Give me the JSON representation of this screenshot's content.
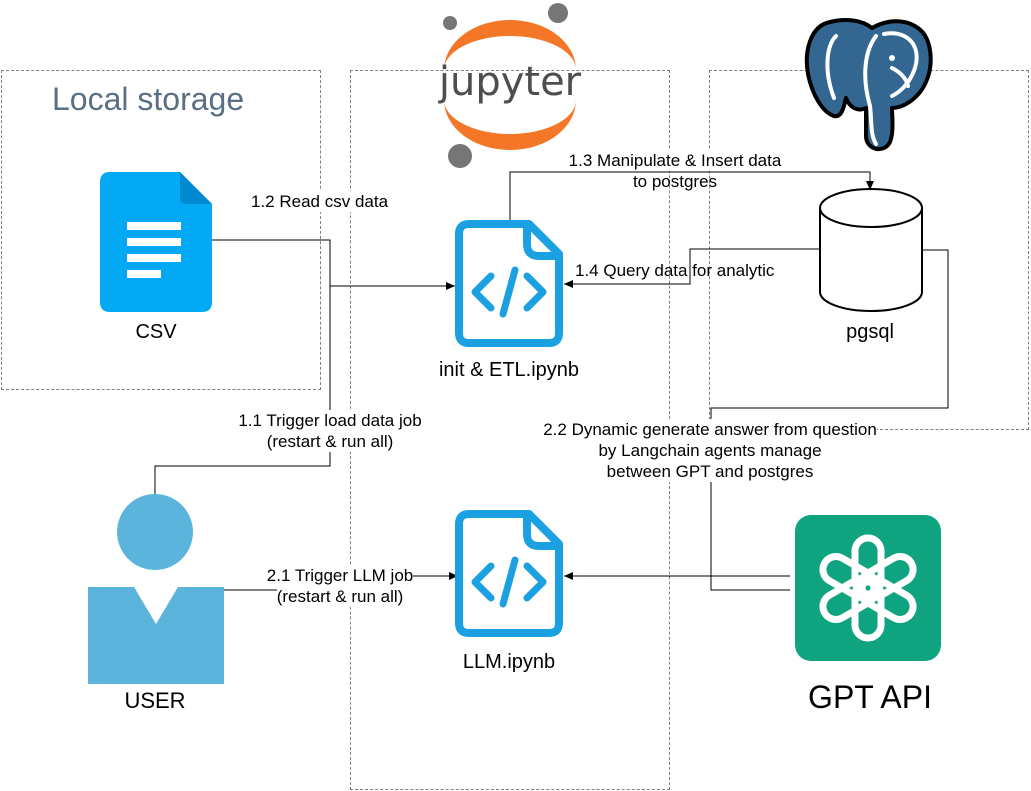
{
  "zones": {
    "local_storage_title": "Local storage"
  },
  "logos": {
    "jupyter_text": "jupyter"
  },
  "nodes": {
    "csv": "CSV",
    "etl_notebook": "init & ETL.ipynb",
    "pgsql": "pgsql",
    "user": "USER",
    "llm_notebook": "LLM.ipynb",
    "gpt_api": "GPT API"
  },
  "edges": {
    "e1_1": {
      "line1": "1.1 Trigger load data job",
      "line2": "(restart & run all)"
    },
    "e1_2": {
      "line1": "1.2 Read csv data"
    },
    "e1_3": {
      "line1": "1.3 Manipulate & Insert data",
      "line2": "to postgres"
    },
    "e1_4": {
      "line1": "1.4 Query data for analytic"
    },
    "e2_1": {
      "line1": "2.1 Trigger LLM job",
      "line2": "(restart & run all)"
    },
    "e2_2": {
      "line1": "2.2 Dynamic generate answer from question",
      "line2": "by Langchain agents manage",
      "line3": "between GPT and postgres"
    }
  },
  "colors": {
    "notebook_blue": "#1ba1e2",
    "user_blue": "#5ab4dc",
    "gpt_green": "#10a37f",
    "jupyter_orange": "#f37726",
    "postgres_blue": "#336791",
    "zone_title": "#5a6e84"
  }
}
